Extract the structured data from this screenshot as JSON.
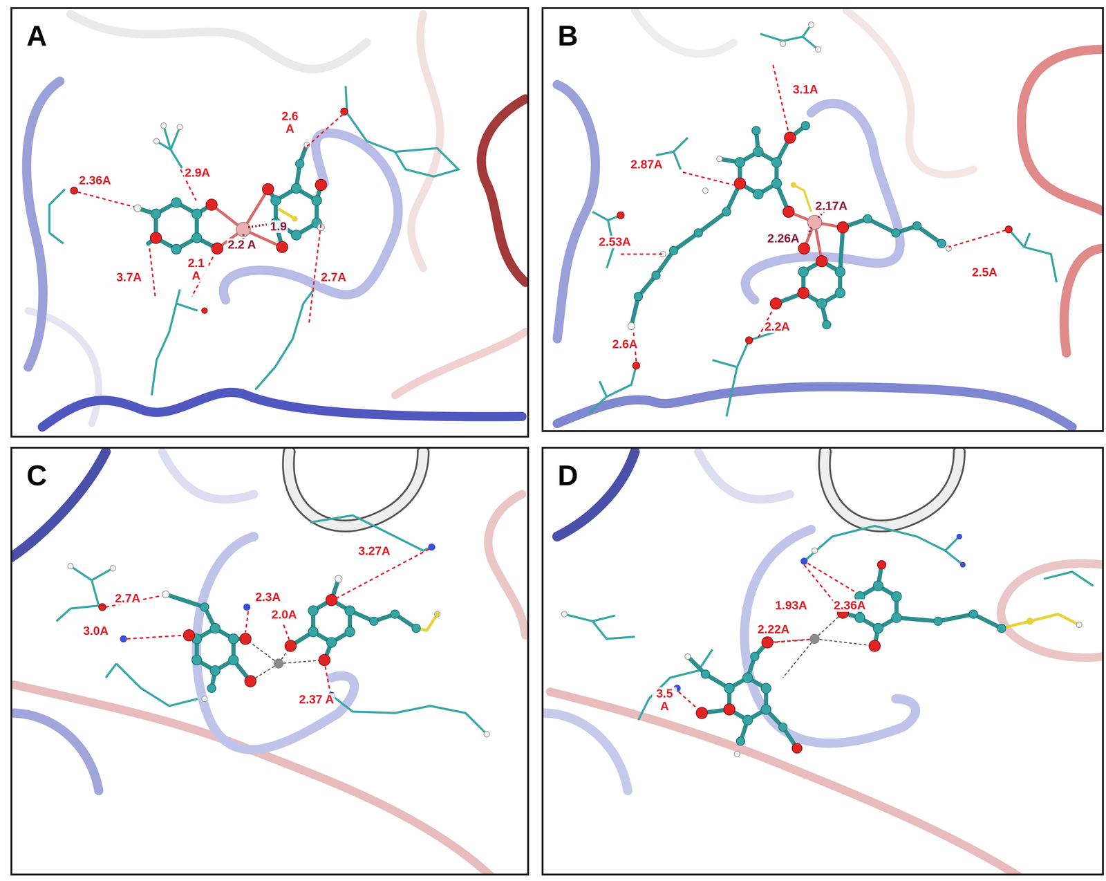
{
  "diagram": {
    "nodes": [
      {
        "text": [
          "A"
        ]
      },
      {
        "text": [
          "B"
        ]
      },
      {
        "text": [
          "C"
        ]
      },
      {
        "text": [
          "D"
        ]
      }
    ],
    "labels": [
      "2.36A",
      "2.9A",
      "2.6 A",
      "1.9",
      "2.2 A",
      "2.1 A",
      "3.7A",
      "2.7A",
      "3.1A",
      "2.87A",
      "2.17A",
      "2.26A",
      "2.53A",
      "2.5A",
      "2.2A",
      "2.6A",
      "2.7A",
      "3.0A",
      "2.3A",
      "2.0A",
      "3.27A",
      "2.37 A",
      "1.93A",
      "2.36A",
      "2.22A",
      "3.5 A"
    ]
  }
}
